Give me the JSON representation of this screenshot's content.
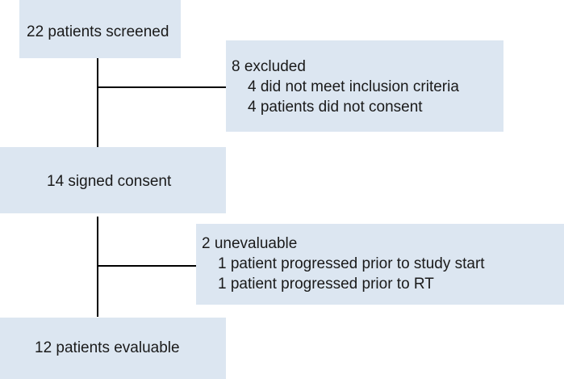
{
  "flow": {
    "screened": "22 patients screened",
    "excluded": {
      "heading": "8 excluded",
      "items": [
        "4 did not meet inclusion criteria",
        "4 patients did not consent"
      ]
    },
    "consent": "14 signed consent",
    "unevaluable": {
      "heading": "2 unevaluable",
      "items": [
        "1 patient progressed prior to study start",
        "1 patient progressed prior to RT"
      ]
    },
    "evaluable": "12 patients evaluable"
  },
  "colors": {
    "box_fill": "#dce6f1",
    "connector": "#000000"
  }
}
